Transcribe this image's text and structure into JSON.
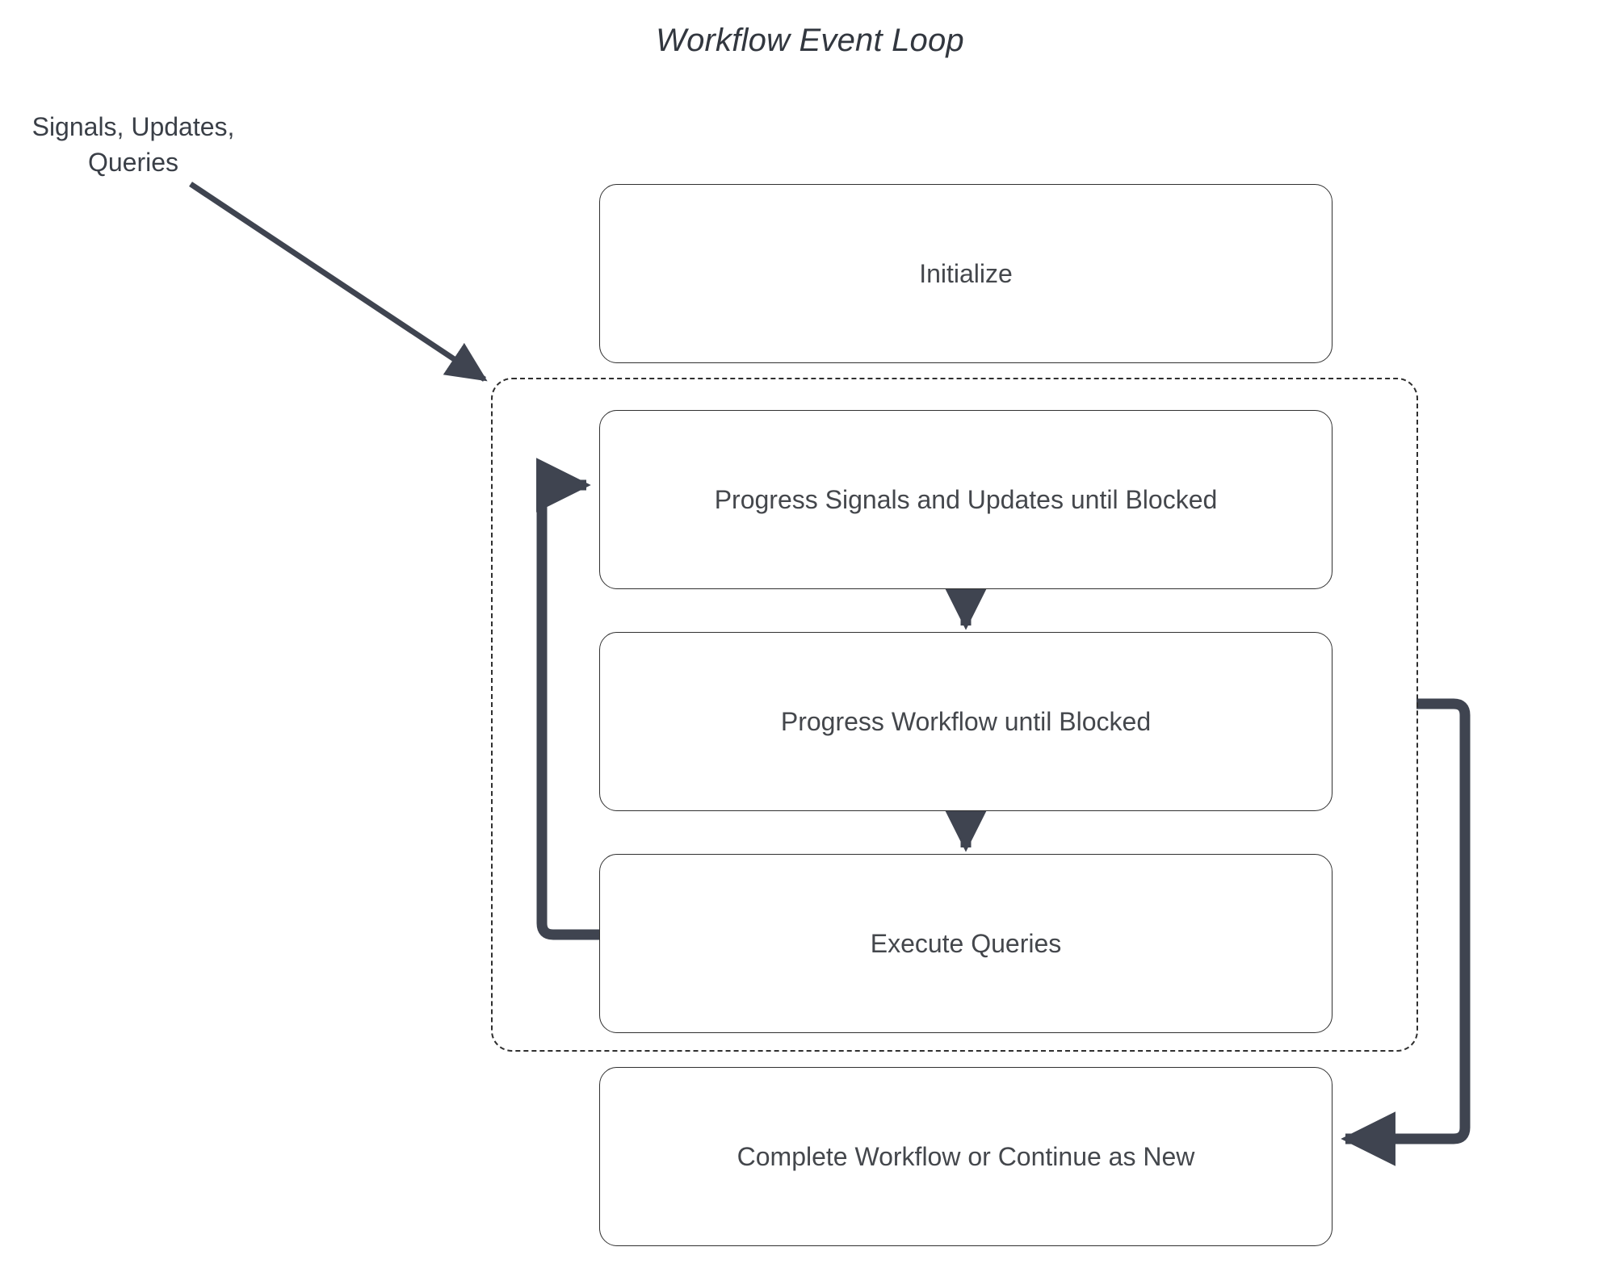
{
  "diagram": {
    "title": "Workflow Event Loop",
    "external_input_label": "Signals, Updates,\nQueries",
    "external_input_line1": "Signals, Updates,",
    "external_input_line2": "Queries",
    "colors": {
      "arrow": "#3f4450",
      "node_border": "#303030",
      "node_fill": "#ffffff",
      "text": "#44474c",
      "title_text": "#32373f",
      "dashed_region_border": "#2f2f2f",
      "background": "#ffffff"
    },
    "nodes": [
      {
        "id": "initialize",
        "label": "Initialize"
      },
      {
        "id": "progress_su",
        "label": "Progress Signals and Updates until Blocked"
      },
      {
        "id": "progress_wf",
        "label": "Progress Workflow until Blocked"
      },
      {
        "id": "execute_q",
        "label": "Execute Queries"
      },
      {
        "id": "complete",
        "label": "Complete Workflow or Continue as New"
      }
    ],
    "loop_region": {
      "style": "dashed",
      "label": ""
    },
    "edges": [
      {
        "from": "external_input",
        "to": "loop_region",
        "label": "",
        "style": "solid-arrow"
      },
      {
        "from": "progress_su",
        "to": "progress_wf",
        "label": "",
        "style": "solid-arrow"
      },
      {
        "from": "progress_wf",
        "to": "execute_q",
        "label": "",
        "style": "solid-arrow"
      },
      {
        "from": "execute_q",
        "to": "progress_su",
        "label": "",
        "style": "feedback-loop-left"
      },
      {
        "from": "loop_region",
        "to": "complete",
        "label": "",
        "style": "loop-exit-right"
      }
    ]
  }
}
